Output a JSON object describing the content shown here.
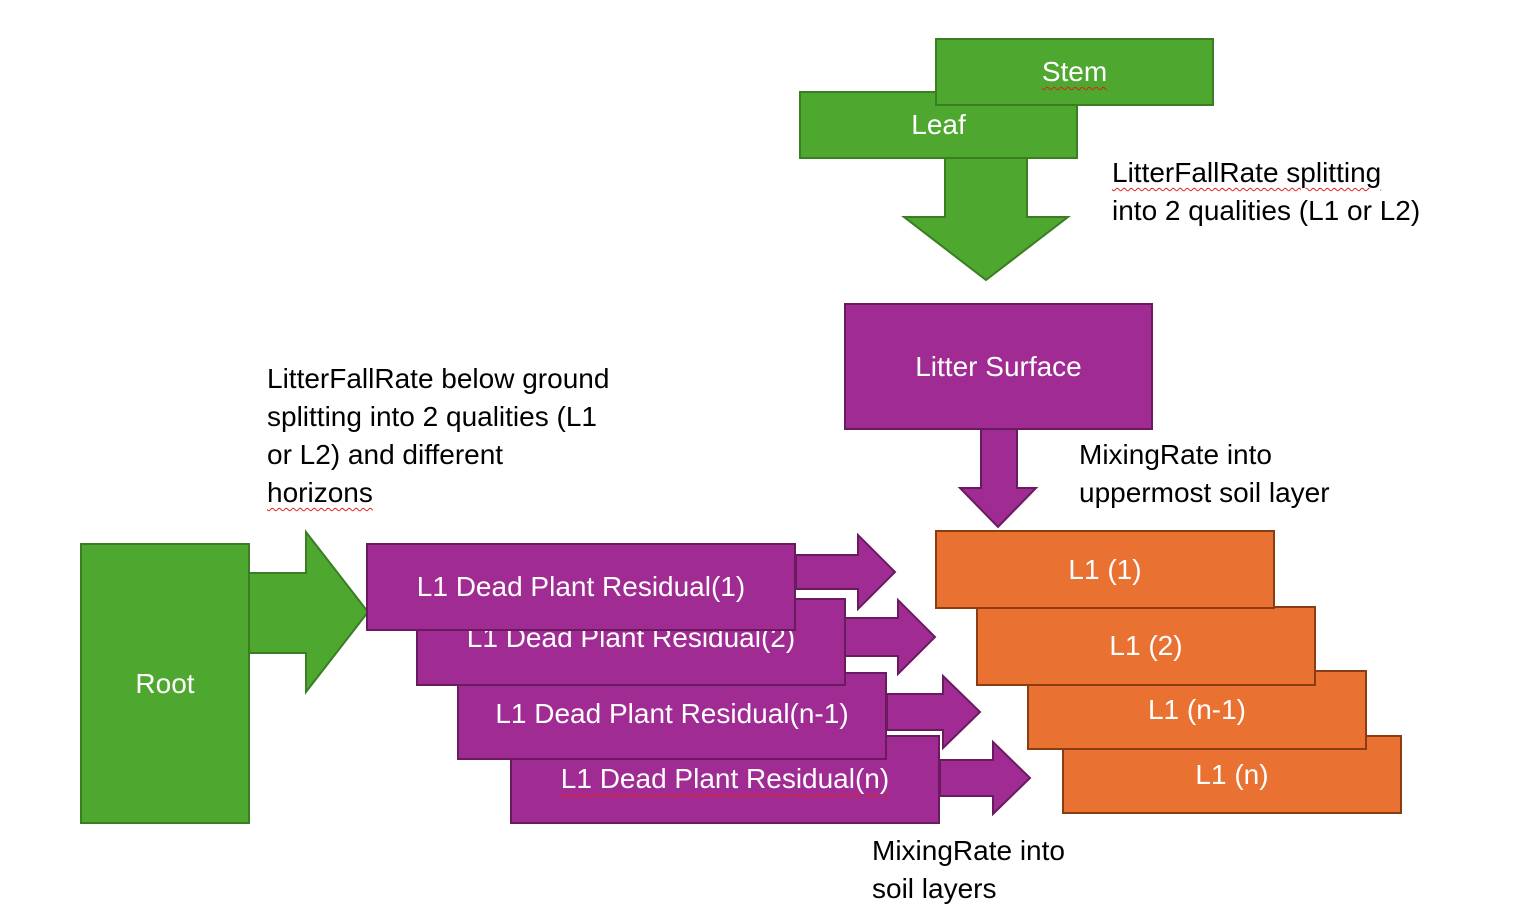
{
  "colors": {
    "green": "#4ea72e",
    "purple": "#a02b93",
    "orange": "#e97132"
  },
  "nodes": {
    "stem": "Stem",
    "leaf": "Leaf",
    "litter_surface": "Litter Surface",
    "root": "Root",
    "residual_1": "L1 Dead Plant Residual(1)",
    "residual_2": "L1 Dead Plant Residual(2)",
    "residual_n_minus_1": "L1 Dead Plant Residual(n-1)",
    "residual_n": "L1 Dead Plant Residual(n)",
    "soil_1": "L1 (1)",
    "soil_2": "L1 (2)",
    "soil_n_minus_1": "L1 (n-1)",
    "soil_n": "L1 (n)"
  },
  "annotations": {
    "litterfall_above": [
      "LitterFallRate splitting",
      "into 2 qualities (L1 or L2)"
    ],
    "litterfall_below": [
      "LitterFallRate below ground",
      "splitting into 2 qualities (L1",
      "or L2) and different",
      "horizons"
    ],
    "mixing_surface": [
      "MixingRate into",
      "uppermost soil layer"
    ],
    "mixing_layers": [
      "MixingRate into",
      "soil layers"
    ]
  }
}
